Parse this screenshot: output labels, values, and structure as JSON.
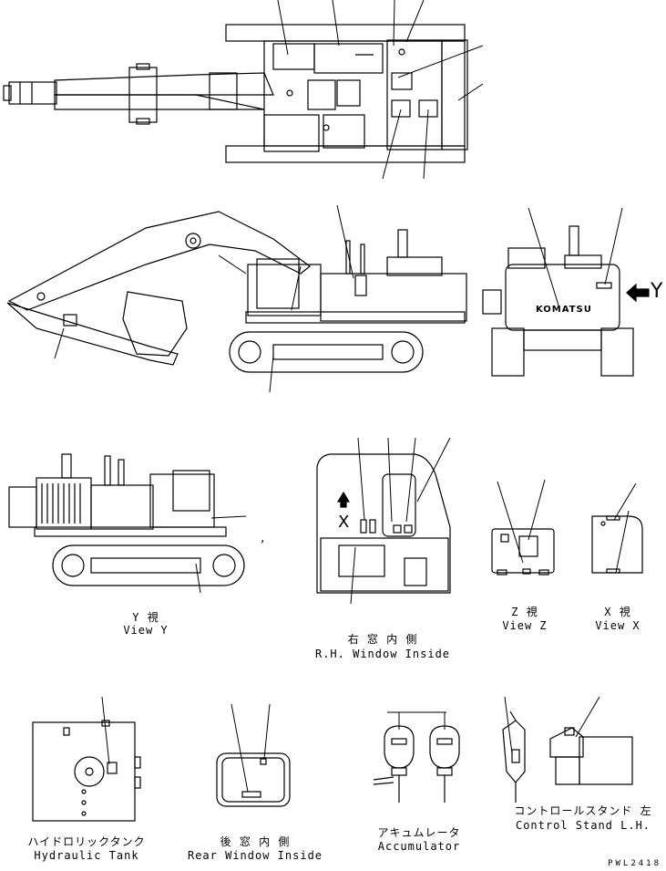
{
  "view_labels": {
    "view_y_jp": "Y 視",
    "view_y_en": "View Y",
    "rh_window_jp": "右 窓 内 側",
    "rh_window_en": "R.H. Window Inside",
    "view_z_jp": "Z 視",
    "view_z_en": "View Z",
    "view_x_jp": "X 視",
    "view_x_en": "View X",
    "hyd_tank_jp": "ハイドロリックタンク",
    "hyd_tank_en": "Hydraulic Tank",
    "rear_window_jp": "後 窓 内 側",
    "rear_window_en": "Rear Window Inside",
    "accumulator_jp": "アキュムレータ",
    "accumulator_en": "Accumulator",
    "control_stand_jp": "コントロールスタンド 左",
    "control_stand_en": "Control Stand L.H."
  },
  "markers": {
    "view_y_arrow": "Y",
    "view_x_marker": "X"
  },
  "brand": "KOMATSU",
  "drawing_code": "PWL2418",
  "colors": {
    "line": "#000000",
    "background": "#ffffff"
  }
}
